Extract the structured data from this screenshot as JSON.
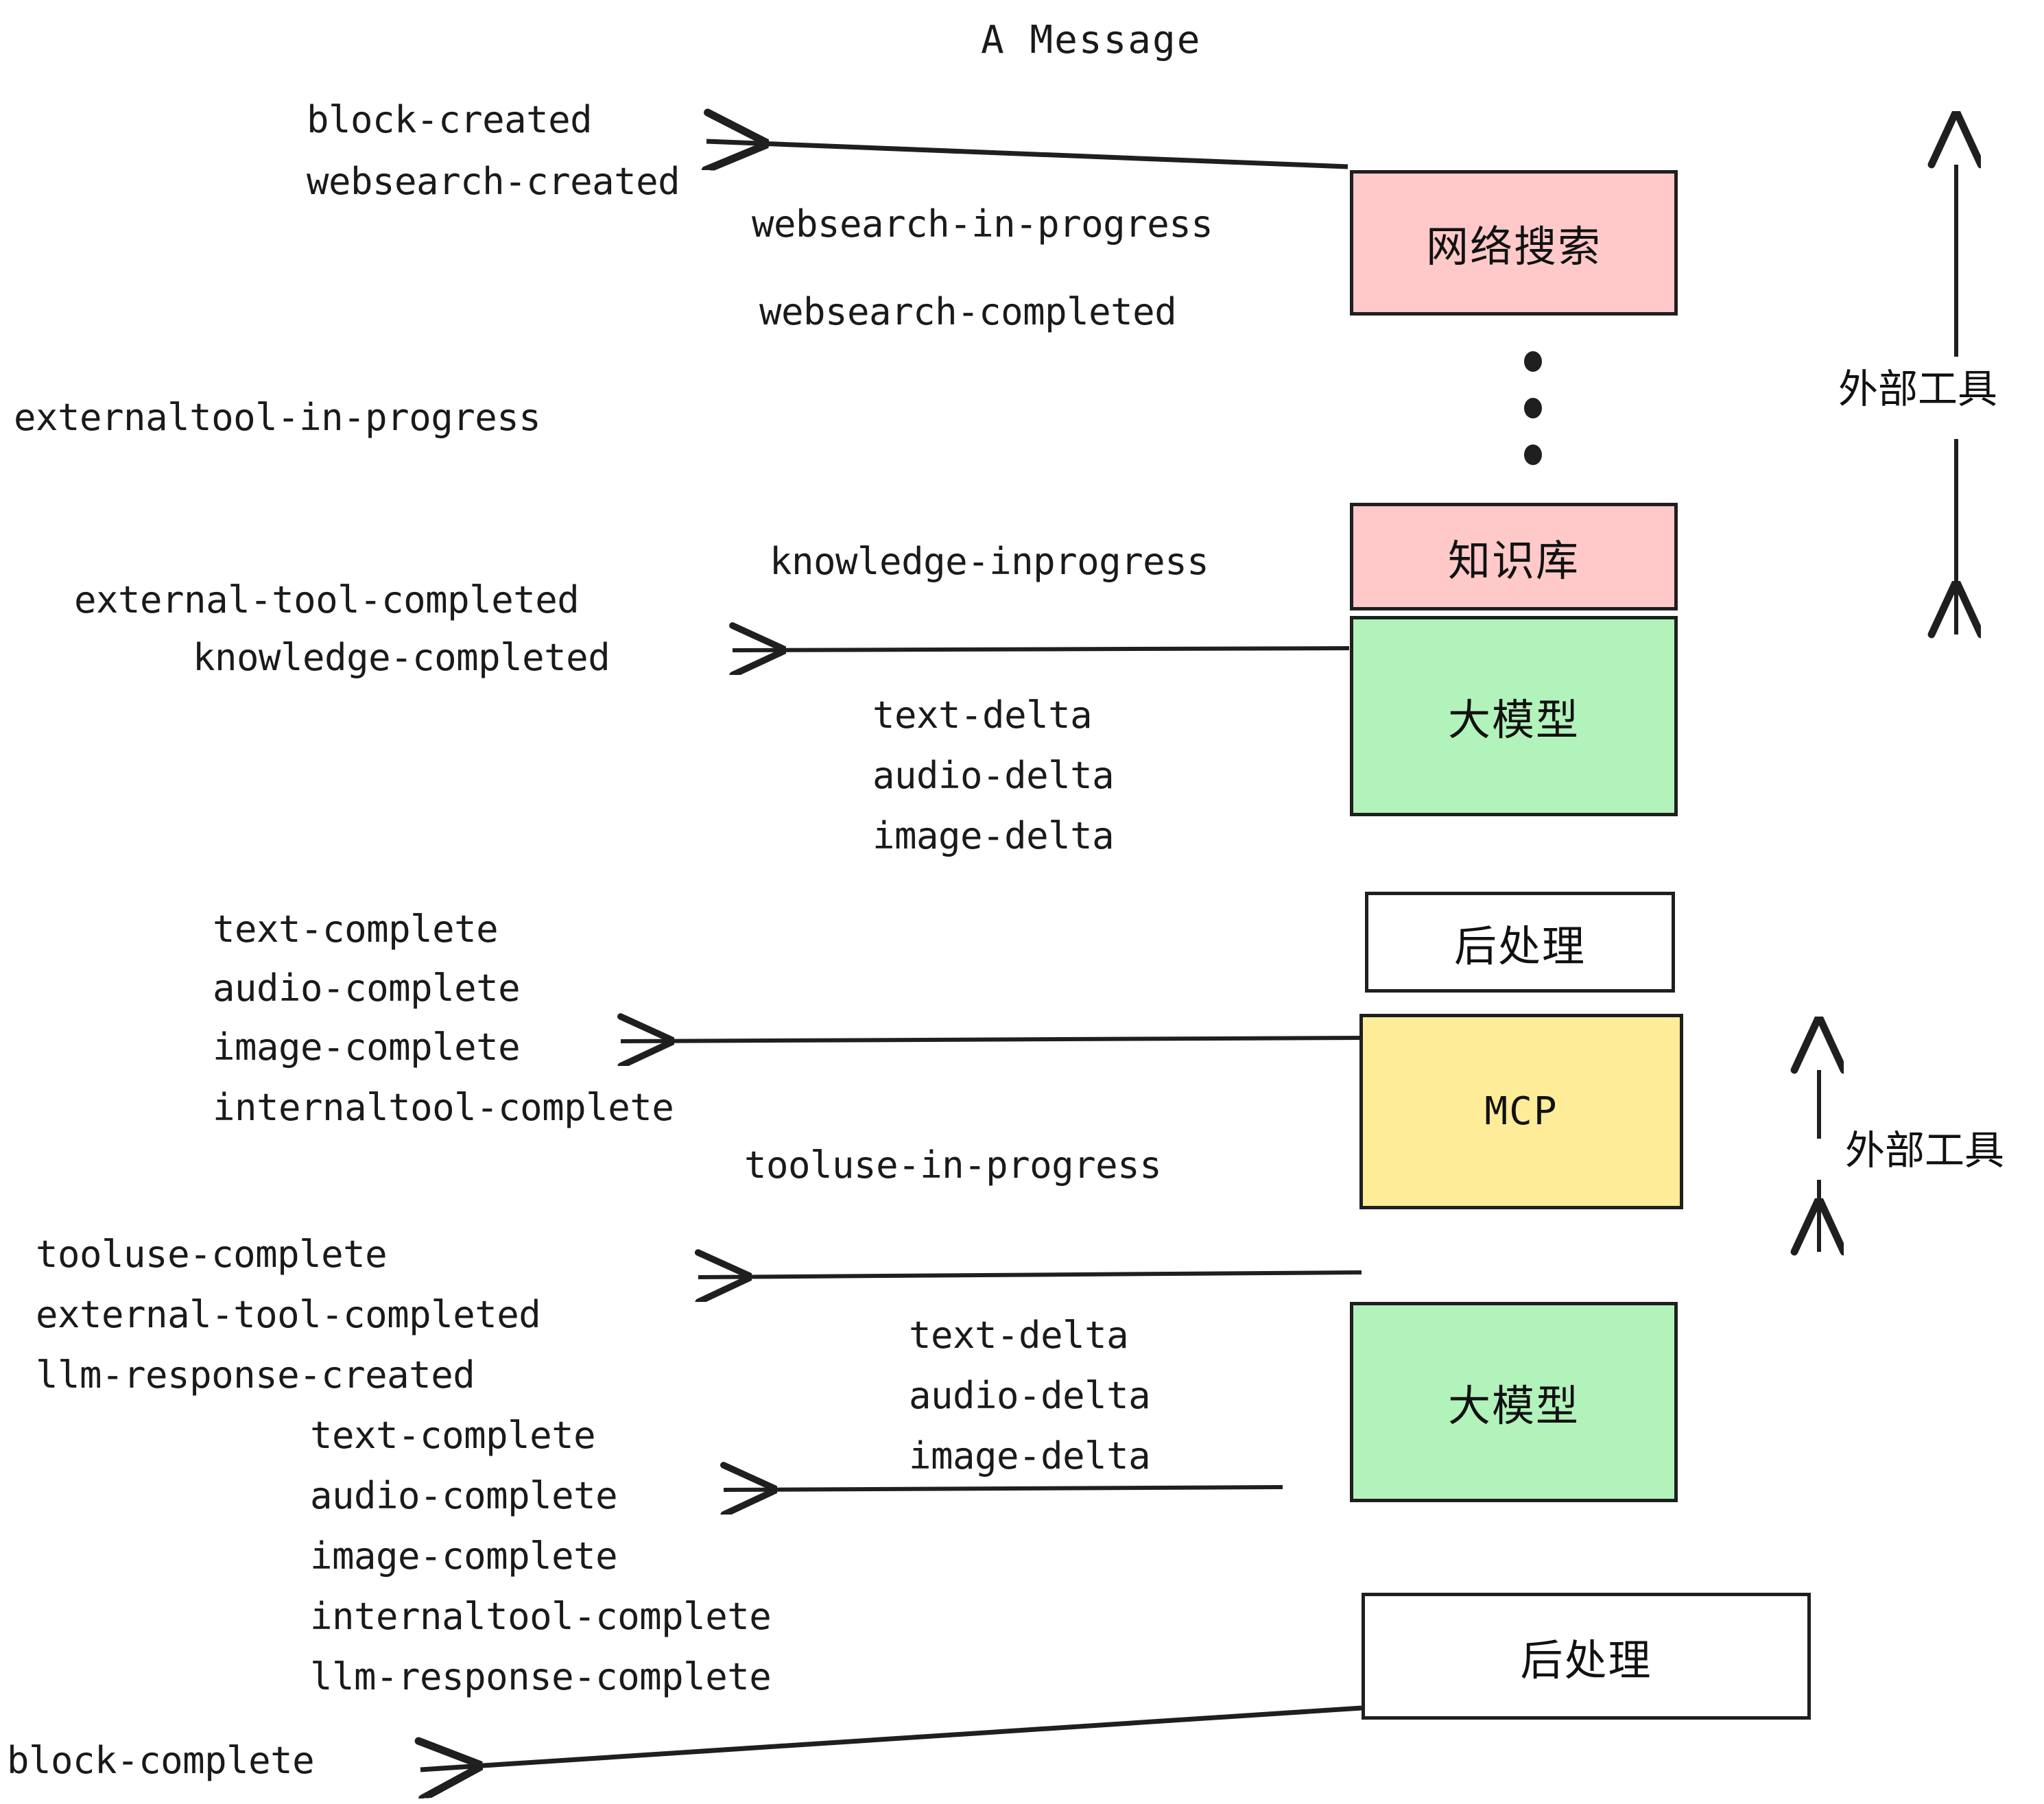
{
  "diagram": {
    "title": "A Message",
    "colors": {
      "pink": "#ffc9c9",
      "green": "#b2f2bb",
      "yellow": "#ffec99",
      "white": "#ffffff",
      "stroke": "#1f1f1f",
      "text": "#1a1a1a",
      "background": "#ffffff"
    },
    "boxes": [
      {
        "id": "websearch",
        "label": "网络搜索",
        "fill": "#ffc9c9"
      },
      {
        "id": "knowledge",
        "label": "知识库",
        "fill": "#ffc9c9"
      },
      {
        "id": "llm-upper",
        "label": "大模型",
        "fill": "#b2f2bb"
      },
      {
        "id": "postprocess-upper",
        "label": "后处理",
        "fill": "#ffffff"
      },
      {
        "id": "mcp",
        "label": "MCP",
        "fill": "#ffec99"
      },
      {
        "id": "llm-lower",
        "label": "大模型",
        "fill": "#b2f2bb"
      },
      {
        "id": "postprocess-lower",
        "label": "后处理",
        "fill": "#ffffff"
      }
    ],
    "side_annotations": [
      {
        "id": "external-tool-upper",
        "label": "外部工具"
      },
      {
        "id": "external-tool-lower",
        "label": "外部工具"
      }
    ],
    "events": [
      {
        "id": "block-created",
        "text": "block-created"
      },
      {
        "id": "websearch-created",
        "text": "websearch-created"
      },
      {
        "id": "websearch-in-progress",
        "text": "websearch-in-progress"
      },
      {
        "id": "websearch-completed",
        "text": "websearch-completed"
      },
      {
        "id": "externaltool-in-progress",
        "text": "externaltool-in-progress"
      },
      {
        "id": "knowledge-inprogress",
        "text": "knowledge-inprogress"
      },
      {
        "id": "external-tool-completed-1",
        "text": "external-tool-completed"
      },
      {
        "id": "knowledge-completed",
        "text": "knowledge-completed"
      },
      {
        "id": "text-delta-1",
        "text": "text-delta"
      },
      {
        "id": "audio-delta-1",
        "text": "audio-delta"
      },
      {
        "id": "image-delta-1",
        "text": "image-delta"
      },
      {
        "id": "text-complete-1",
        "text": "text-complete"
      },
      {
        "id": "audio-complete-1",
        "text": "audio-complete"
      },
      {
        "id": "image-complete-1",
        "text": "image-complete"
      },
      {
        "id": "internaltool-complete-1",
        "text": "internaltool-complete"
      },
      {
        "id": "tooluse-in-progress",
        "text": "tooluse-in-progress"
      },
      {
        "id": "tooluse-complete",
        "text": "tooluse-complete"
      },
      {
        "id": "external-tool-completed-2",
        "text": "external-tool-completed"
      },
      {
        "id": "llm-response-created",
        "text": "llm-response-created"
      },
      {
        "id": "text-delta-2",
        "text": "text-delta"
      },
      {
        "id": "audio-delta-2",
        "text": "audio-delta"
      },
      {
        "id": "image-delta-2",
        "text": "image-delta"
      },
      {
        "id": "text-complete-2",
        "text": "text-complete"
      },
      {
        "id": "audio-complete-2",
        "text": "audio-complete"
      },
      {
        "id": "image-complete-2",
        "text": "image-complete"
      },
      {
        "id": "internaltool-complete-2",
        "text": "internaltool-complete"
      },
      {
        "id": "llm-response-complete",
        "text": "llm-response-complete"
      },
      {
        "id": "block-complete",
        "text": "block-complete"
      }
    ]
  }
}
